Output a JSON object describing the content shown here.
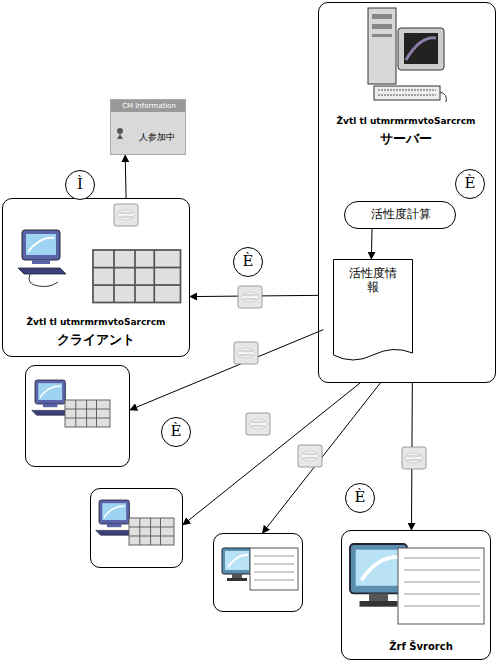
{
  "diagram": {
    "nodes": [
      {
        "text": [
          "Žvtl tl utmrmrmvtoSarcrcm",
          "サーバー"
        ]
      },
      {
        "text": [
          "活性度計算"
        ],
        "in": 0
      },
      {
        "text": [
          "活性度情報"
        ],
        "in": 0
      },
      {
        "text": [
          "Žvtl tl utmrmrmvtoSarcrcm",
          "クライアント"
        ]
      },
      {
        "text": [
          "CM Information",
          "人参加中"
        ]
      },
      {
        "text": []
      },
      {
        "text": []
      },
      {
        "text": []
      },
      {
        "text": [
          "Žrf Švrorch"
        ]
      }
    ],
    "edges": [
      {
        "from": 1,
        "to": 2,
        "arrow": "to"
      },
      {
        "from": 0,
        "to": 3,
        "arrow": "to"
      },
      {
        "from": 3,
        "to": 4,
        "arrow": "to"
      },
      {
        "from": 0,
        "to": 5,
        "arrow": "to"
      },
      {
        "from": 0,
        "to": 6,
        "arrow": "to"
      },
      {
        "from": 0,
        "to": 7,
        "arrow": "to"
      },
      {
        "from": 0,
        "to": 8,
        "arrow": "to"
      }
    ],
    "labels": [
      "Ì",
      "È",
      "È",
      "È",
      "È"
    ]
  }
}
